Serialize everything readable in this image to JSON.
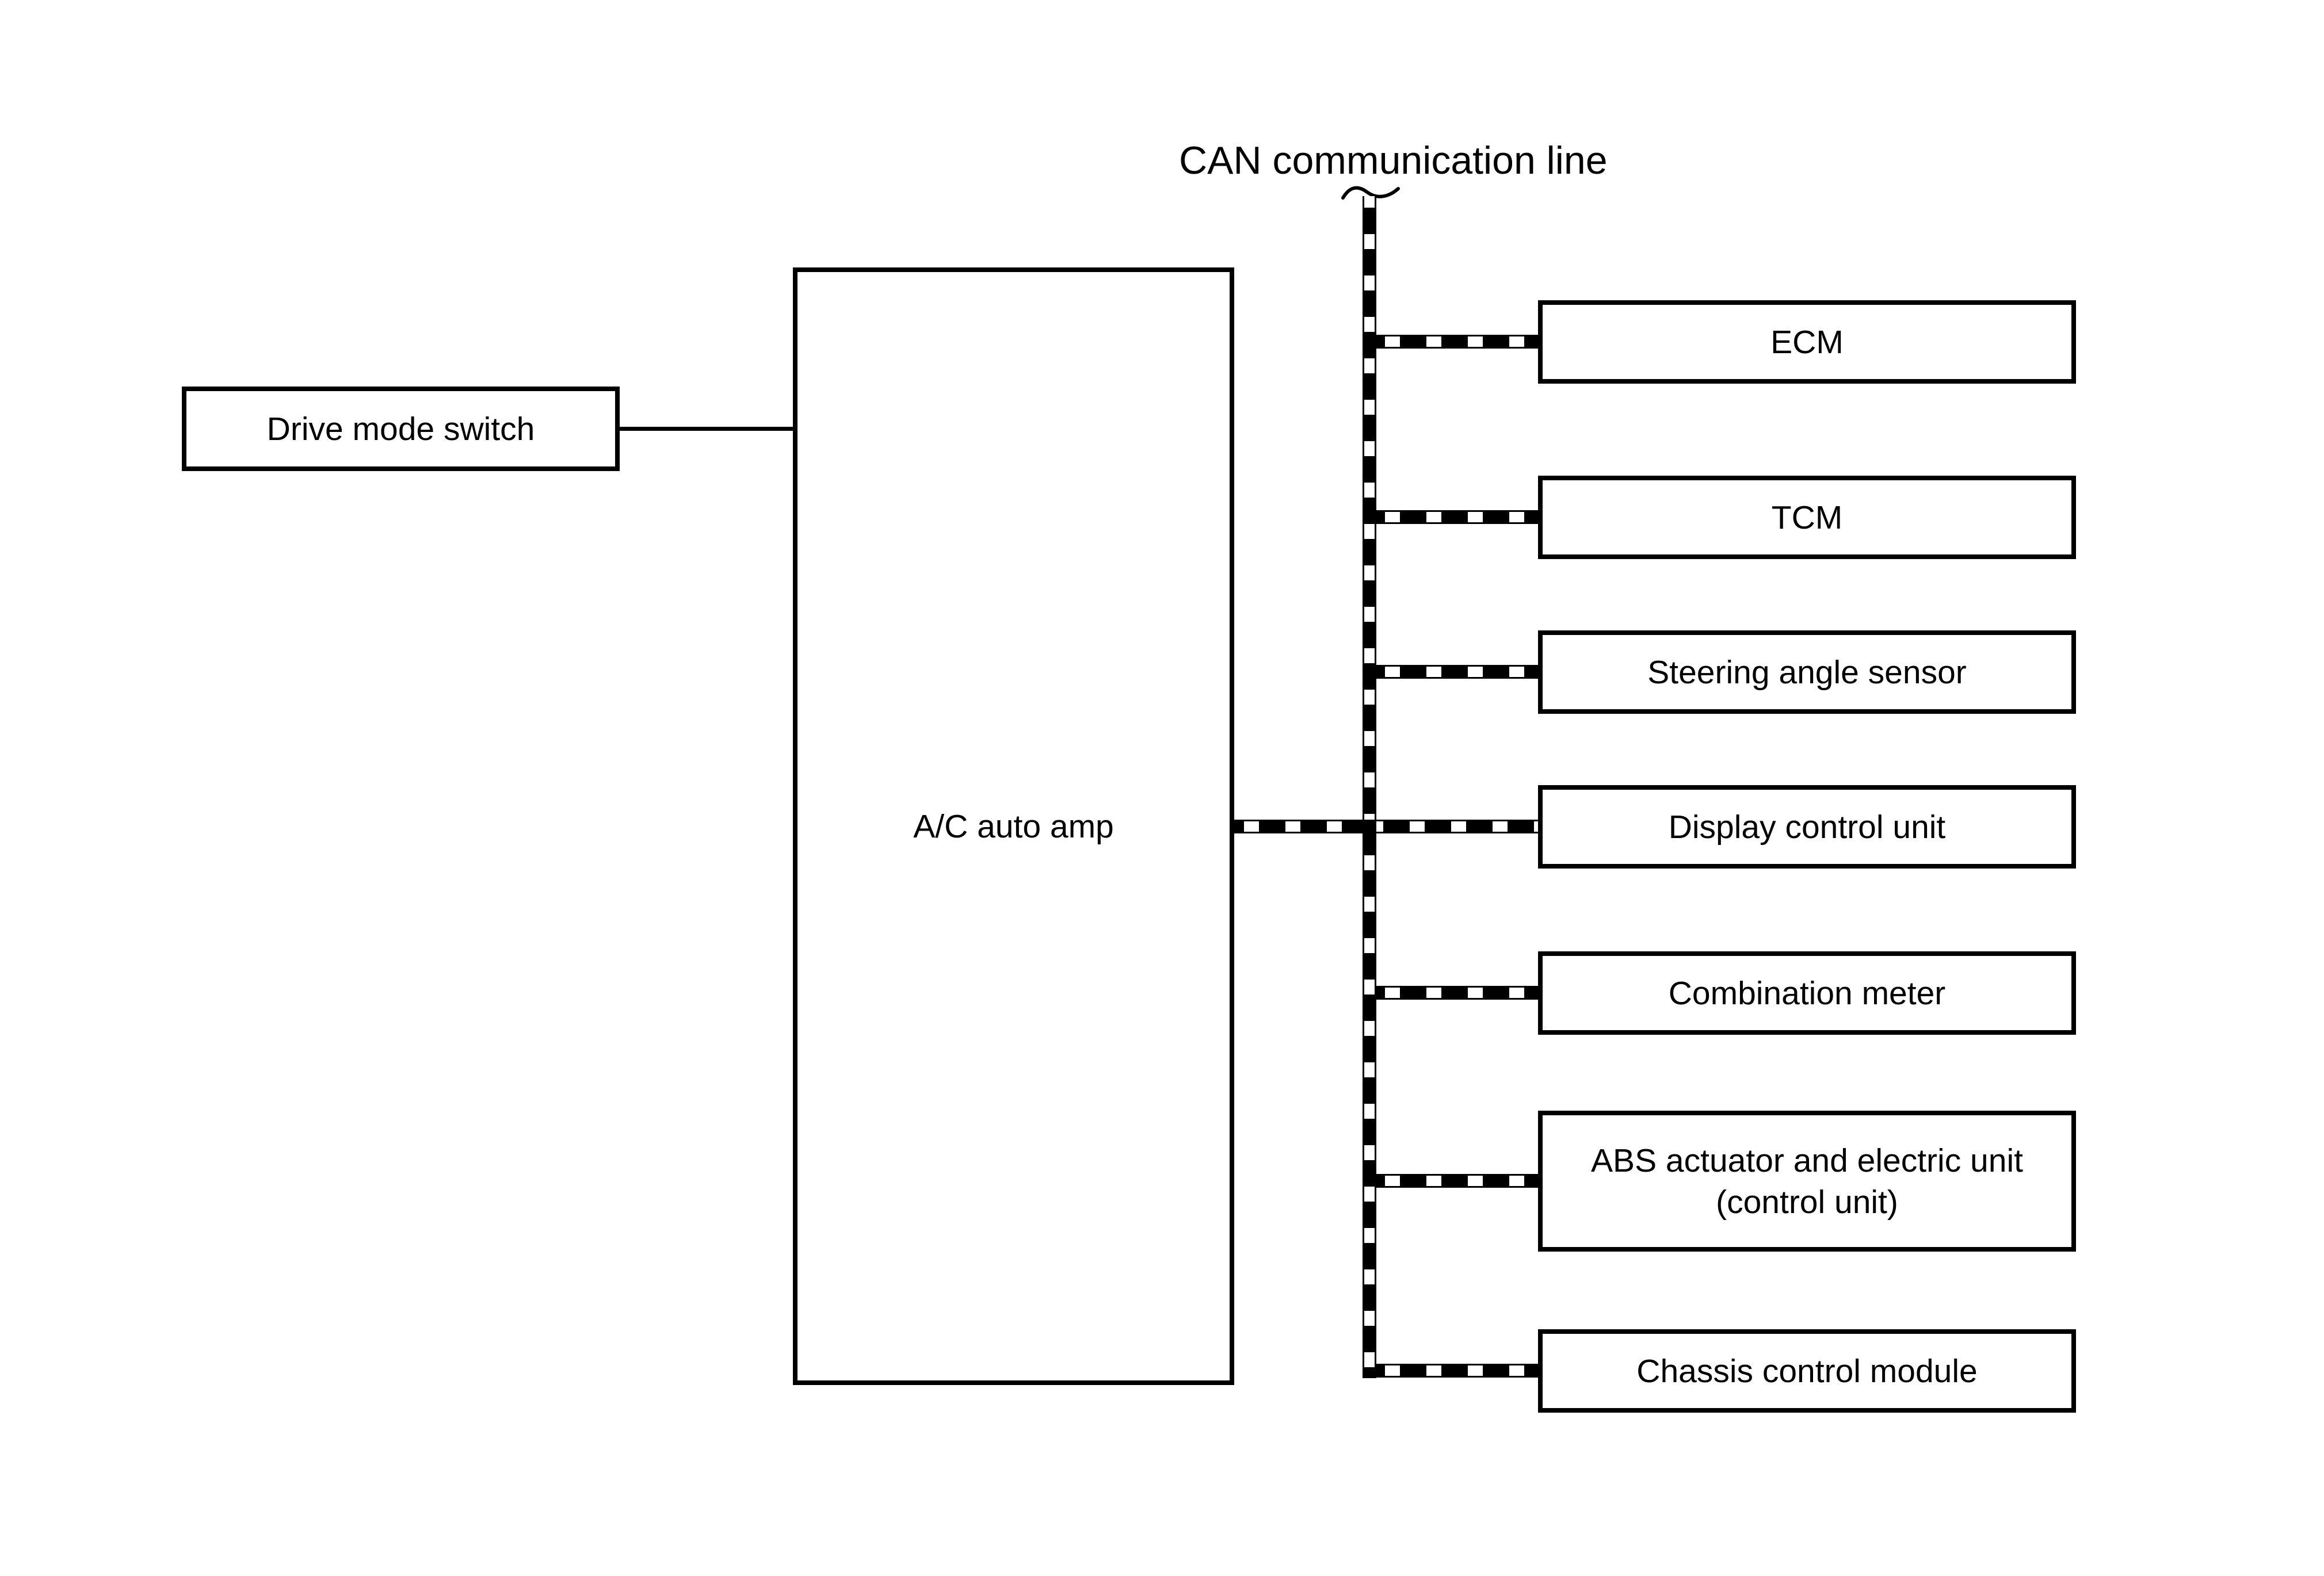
{
  "diagram": {
    "title": "CAN communication line",
    "nodes": {
      "drive_mode_switch": "Drive mode switch",
      "ac_auto_amp": "A/C auto amp"
    },
    "modules": [
      "ECM",
      "TCM",
      "Steering angle sensor",
      "Display control unit",
      "Combination meter",
      "ABS actuator and electric unit\n(control unit)",
      "Chassis control module"
    ],
    "line_style": "checkered CAN bus line",
    "colors": {
      "line": "#000000",
      "text": "#000000",
      "background": "#ffffff"
    }
  }
}
